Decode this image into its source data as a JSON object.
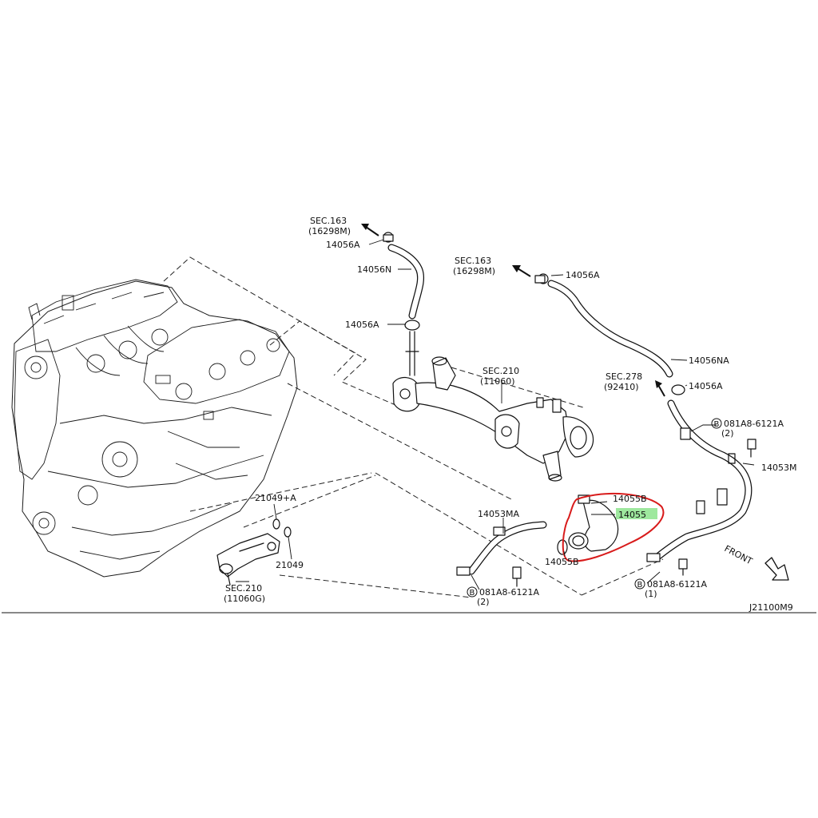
{
  "diagram_code": "J21100M9",
  "front_label": "FRONT",
  "highlight_color": "#d81b1b",
  "highlight_label_color": "#9ee89e",
  "labels": {
    "sec163_a": "SEC.163",
    "sec163_a_ref": "(16298M)",
    "sec163_b": "SEC.163",
    "sec163_b_ref": "(16298M)",
    "sec210_a": "SEC.210",
    "sec210_a_ref": "(11060)",
    "sec210_b": "SEC.210",
    "sec210_b_ref": "(11060G)",
    "sec278": "SEC.278",
    "sec278_ref": "(92410)",
    "p14056A_1": "14056A",
    "p14056N": "14056N",
    "p14056A_2": "14056A",
    "p14056A_3": "14056A",
    "p14056NA": "14056NA",
    "p14056A_4": "14056A",
    "p14055B_1": "14055B",
    "p14055": "14055",
    "p14055B_2": "14055B",
    "p14053MA": "14053MA",
    "p14053M": "14053M",
    "p21049A": "21049+A",
    "p21049": "21049",
    "bolt1": "081A8-6121A",
    "bolt1_qty": "(2)",
    "bolt2": "081A8-6121A",
    "bolt2_qty": "(2)",
    "bolt3": "081A8-6121A",
    "bolt3_qty": "(1)",
    "bolt_symbol": "B"
  }
}
